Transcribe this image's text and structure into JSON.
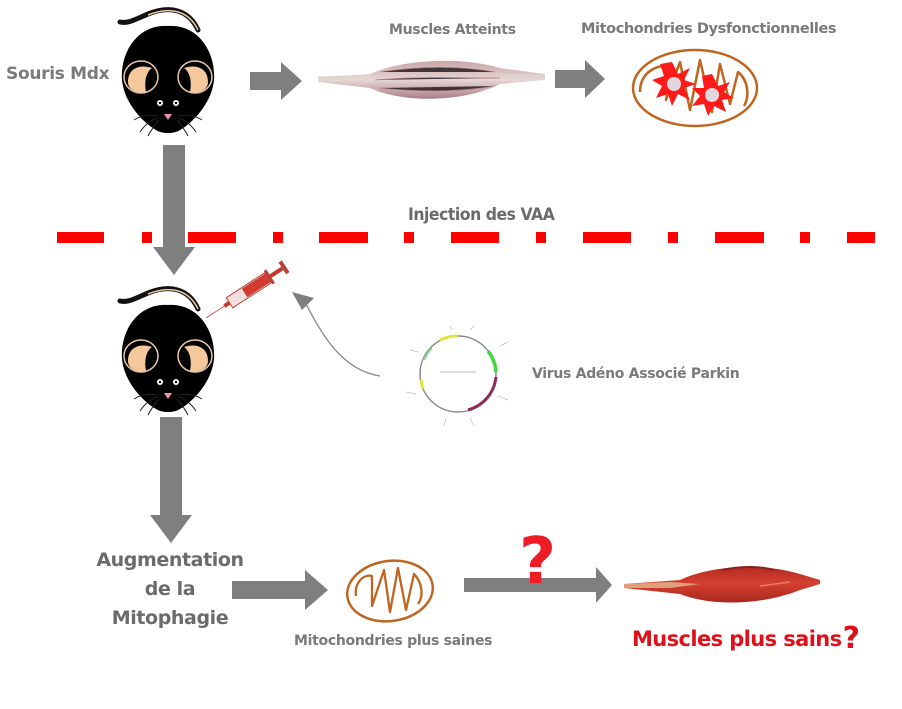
{
  "diagram": {
    "labels": {
      "souris_mdx": "Souris Mdx",
      "muscles_atteints": "Muscles Atteints",
      "mitochondries_dysfonctionnelles": "Mitochondries Dysfonctionnelles",
      "injection": "Injection des VAA",
      "virus": "Virus Adéno Associé Parkin",
      "augmentation_line1": "Augmentation",
      "augmentation_line2": "de la",
      "augmentation_line3": "Mitophagie",
      "mitochondries_saines": "Mitochondries plus saines",
      "muscles_sains": "Muscles plus sains",
      "muscles_sains_mark": "?",
      "uncertain_mark": "?"
    },
    "icons": {
      "mouse": "mouse-icon",
      "muscle_affected": "muscle-icon",
      "mito_damaged": "mitochondrion-damaged-icon",
      "syringe": "syringe-icon",
      "plasmid": "plasmid-map-icon",
      "mito_healthy": "mitochondrion-icon",
      "muscle_healthy": "muscle-healthy-icon"
    },
    "colors": {
      "arrow": "#7f7f7f",
      "dash_line": "#ff0000",
      "label_gray": "#7a7a7a",
      "accent_red": "#e0101a",
      "mito_outline": "#c0651e"
    }
  }
}
